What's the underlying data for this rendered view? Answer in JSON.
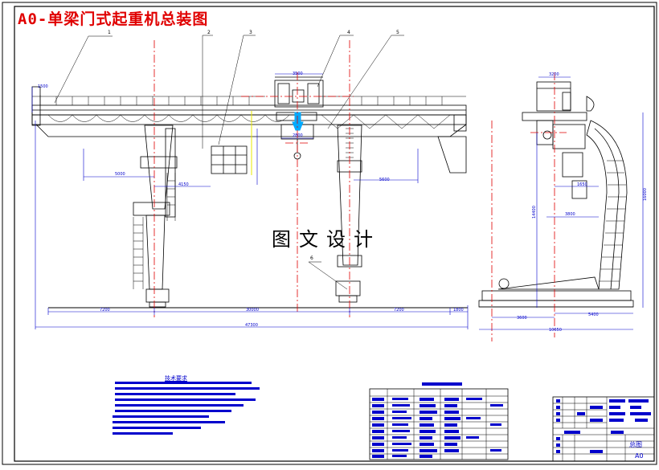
{
  "title": "A0-单梁门式起重机总装图",
  "watermark": "图文设计",
  "part_numbers": [
    "1",
    "2",
    "3",
    "4",
    "5",
    "6"
  ],
  "dimensions": {
    "d1500_top": "1500",
    "d3500_cab": "3500",
    "d5000_left": "5000",
    "d4150": "4150",
    "d5600_right": "5600",
    "d2800_trolley": "2800",
    "d7200_left": "7200",
    "d30000": "30000",
    "d7200_right": "7200",
    "d1800": "1800",
    "d47300": "47300",
    "d3200_side": "3200",
    "d1650": "1650",
    "d3800": "3800",
    "d14400": "14400",
    "d16000": "16000",
    "d3600": "3600",
    "d5400": "5400",
    "d10650": "10650"
  },
  "tech_requirements_title": "技术要求",
  "title_block": {
    "drawing_kind": "总图",
    "sheet_size": "A0"
  },
  "colors": {
    "line": "#000000",
    "centerline": "#e00000",
    "dimension": "#0000cc",
    "highlight": "#00aaff",
    "border": "#000000"
  }
}
